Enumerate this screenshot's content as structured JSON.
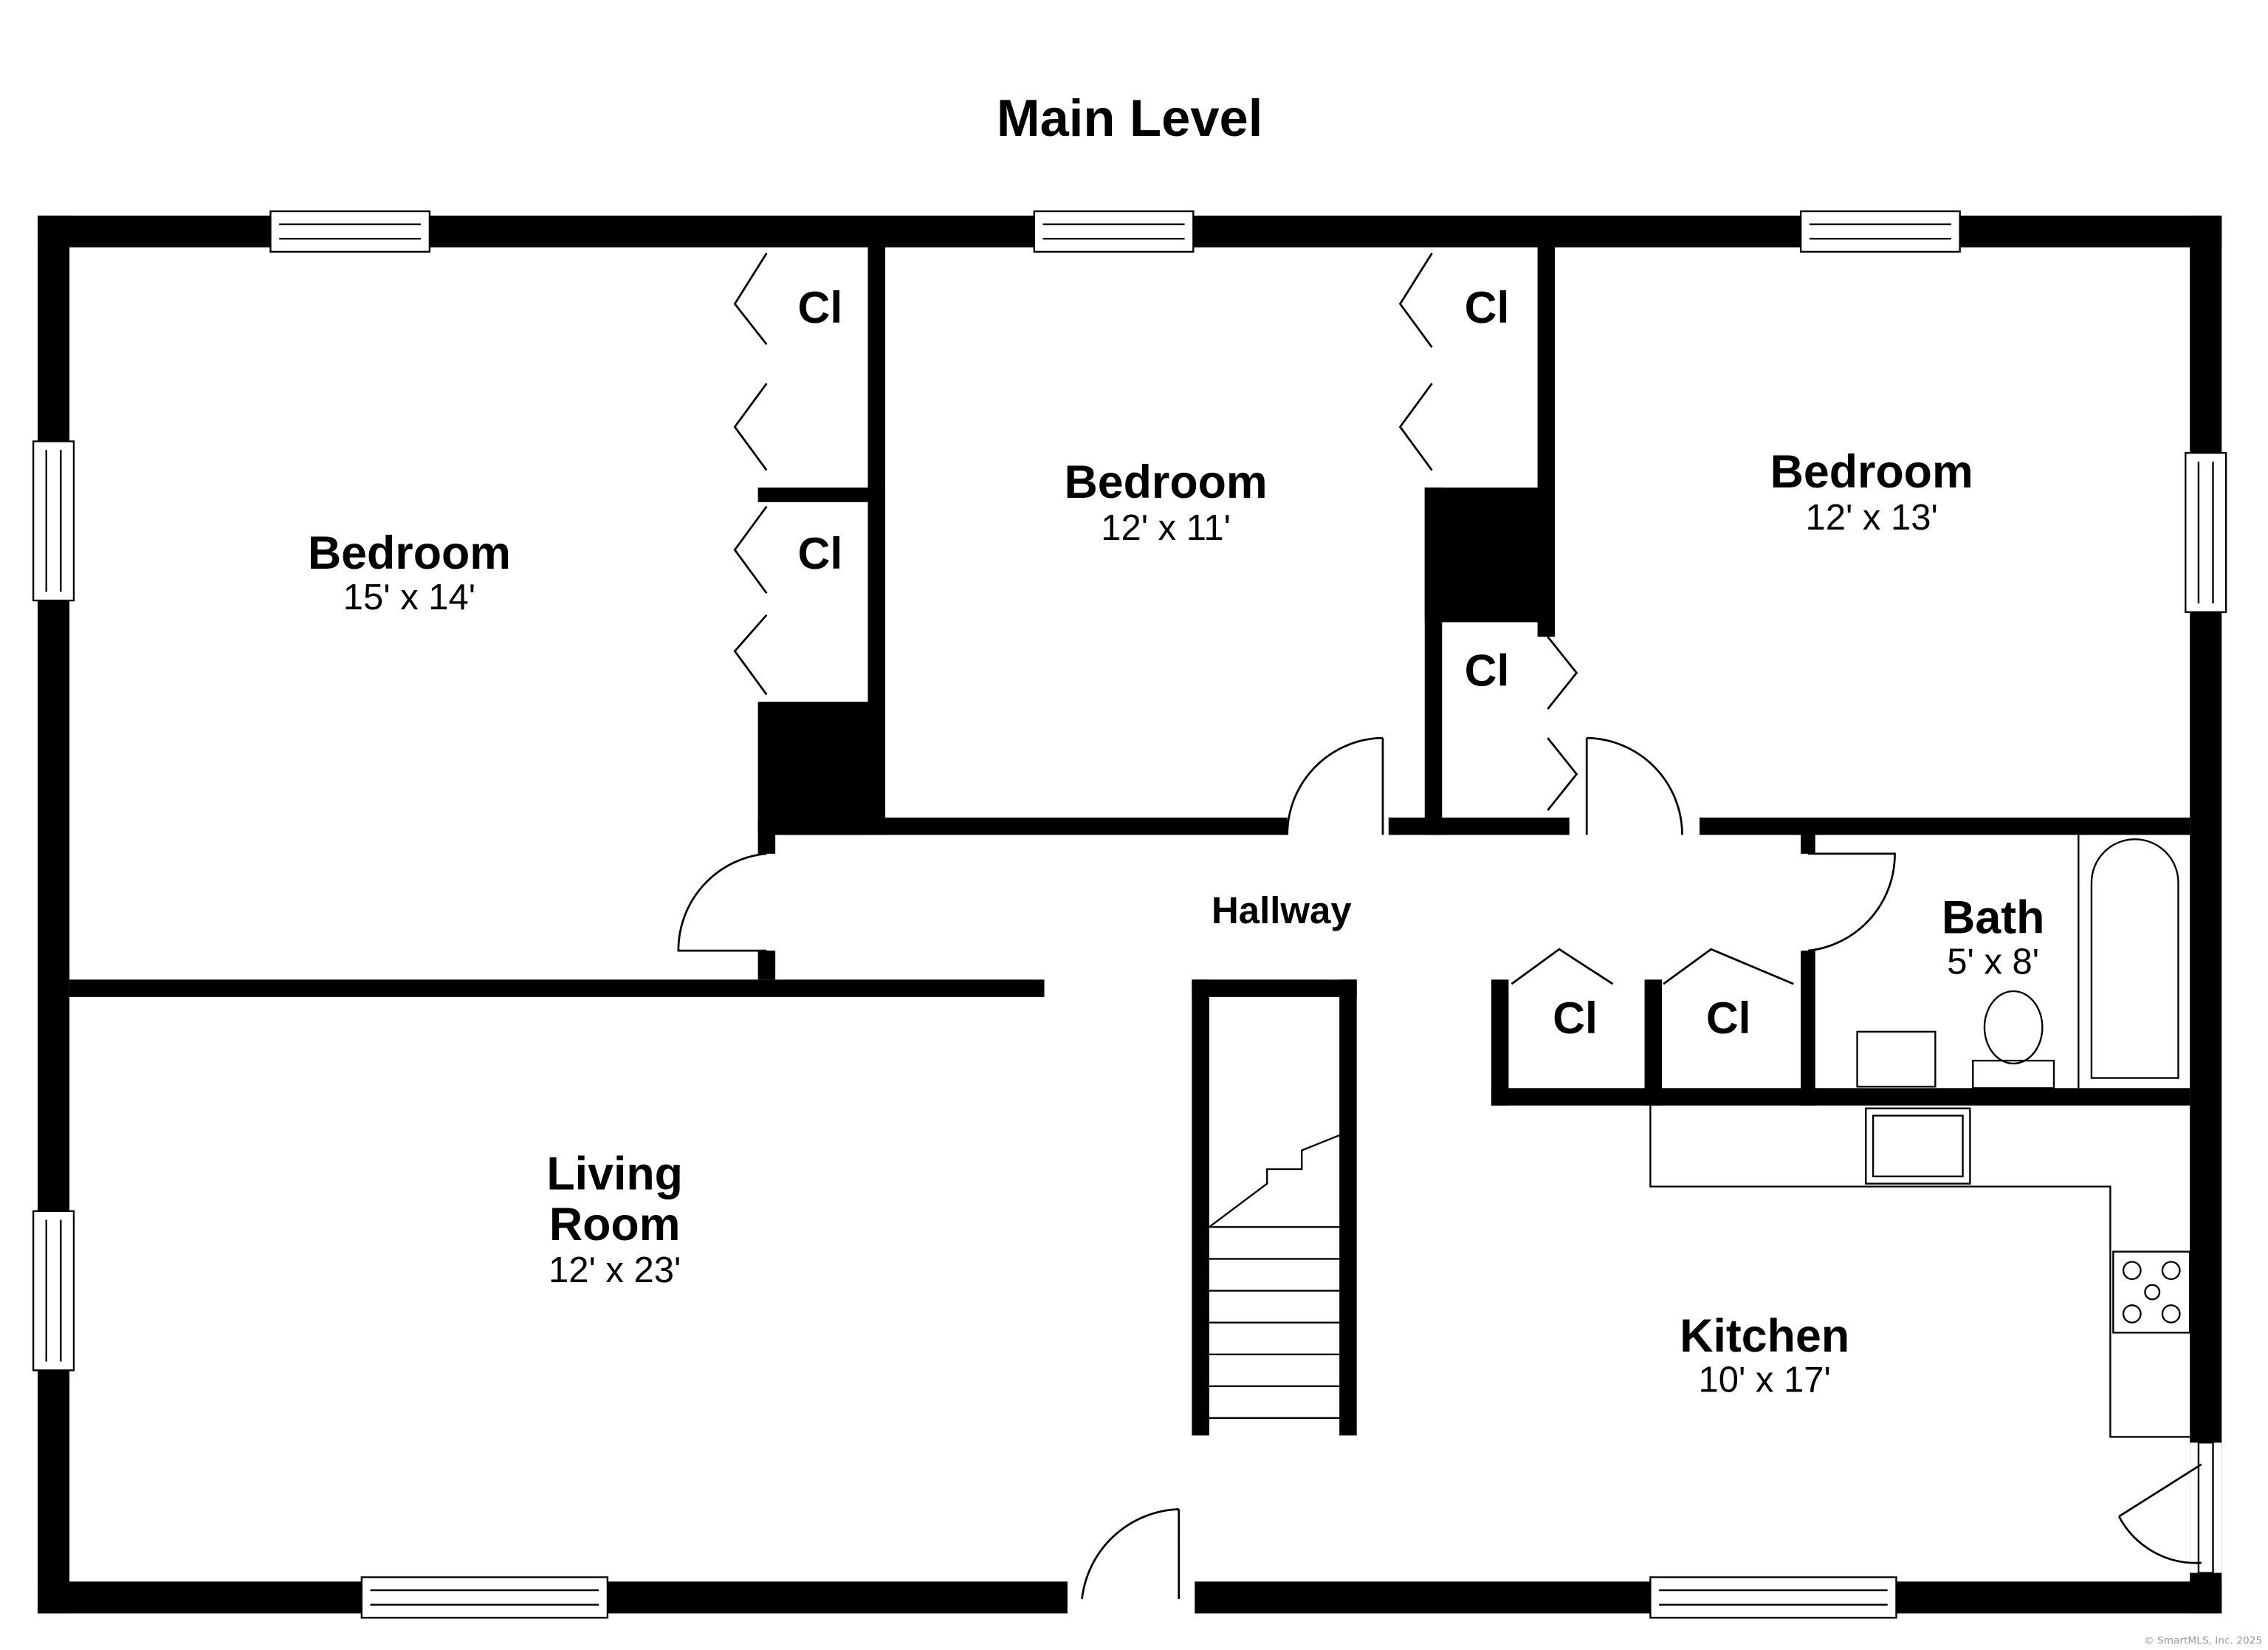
{
  "title": "Main Level",
  "rooms": {
    "bedroom1": {
      "name": "Bedroom",
      "dims": "15' x 14'"
    },
    "bedroom2": {
      "name": "Bedroom",
      "dims": "12' x 11'"
    },
    "bedroom3": {
      "name": "Bedroom",
      "dims": "12' x 13'"
    },
    "living_line1": "Living",
    "living_line2": "Room",
    "living_dims": "12' x 23'",
    "hallway": "Hallway",
    "bath": {
      "name": "Bath",
      "dims": "5' x 8'"
    },
    "kitchen": {
      "name": "Kitchen",
      "dims": "10' x 17'"
    }
  },
  "closet_label": "Cl",
  "closets": [
    "Cl",
    "Cl",
    "Cl",
    "Cl",
    "Cl",
    "Cl"
  ],
  "copyright": "© SmartMLS, Inc.  2025"
}
